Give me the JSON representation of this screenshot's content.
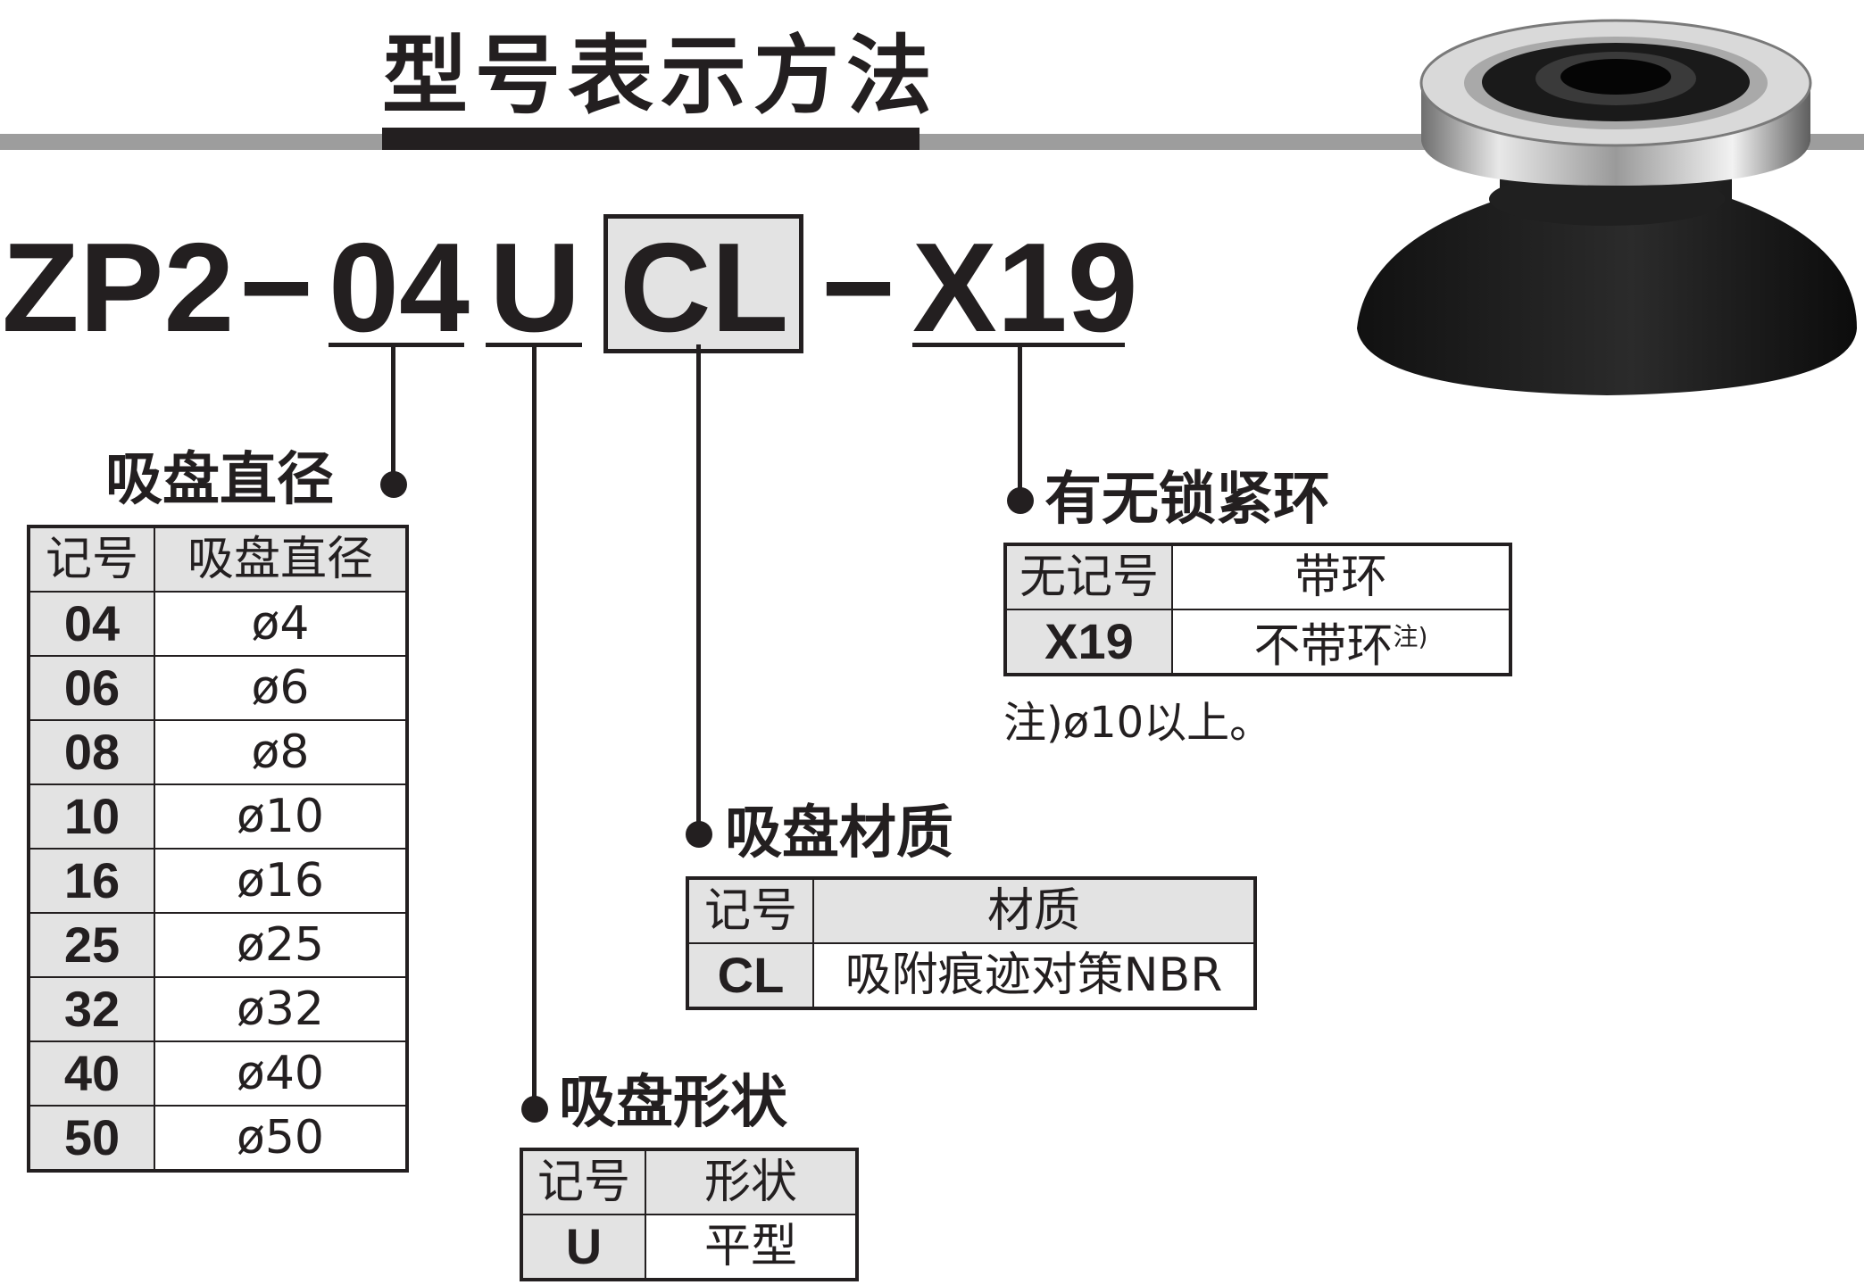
{
  "title": "型号表示方法",
  "model_code": {
    "prefix": "ZP2",
    "dash1": "−",
    "diameter": "04",
    "shape": "U",
    "material": "CL",
    "dash2": "−",
    "option": "X19"
  },
  "pad_diameter": {
    "title": "吸盘直径",
    "header": [
      "记号",
      "吸盘直径"
    ],
    "rows": [
      [
        "04",
        "ø4"
      ],
      [
        "06",
        "ø6"
      ],
      [
        "08",
        "ø8"
      ],
      [
        "10",
        "ø10"
      ],
      [
        "16",
        "ø16"
      ],
      [
        "25",
        "ø25"
      ],
      [
        "32",
        "ø32"
      ],
      [
        "40",
        "ø40"
      ],
      [
        "50",
        "ø50"
      ]
    ]
  },
  "pad_shape": {
    "title": "吸盘形状",
    "header": [
      "记号",
      "形状"
    ],
    "rows": [
      [
        "U",
        "平型"
      ]
    ]
  },
  "pad_material": {
    "title": "吸盘材质",
    "header": [
      "记号",
      "材质"
    ],
    "rows": [
      [
        "CL",
        "吸附痕迹对策NBR"
      ]
    ]
  },
  "lock_ring": {
    "title": "有无锁紧环",
    "header": [
      "无记号",
      "带环"
    ],
    "rows": [
      [
        "X19",
        "不带环",
        "注)"
      ]
    ],
    "note": "注)ø10以上。"
  },
  "colors": {
    "header_fill": "#e3e3e3",
    "rule_gray": "#9d9d9d",
    "ink": "#231f20"
  },
  "illustration": "vacuum-pad-icon"
}
